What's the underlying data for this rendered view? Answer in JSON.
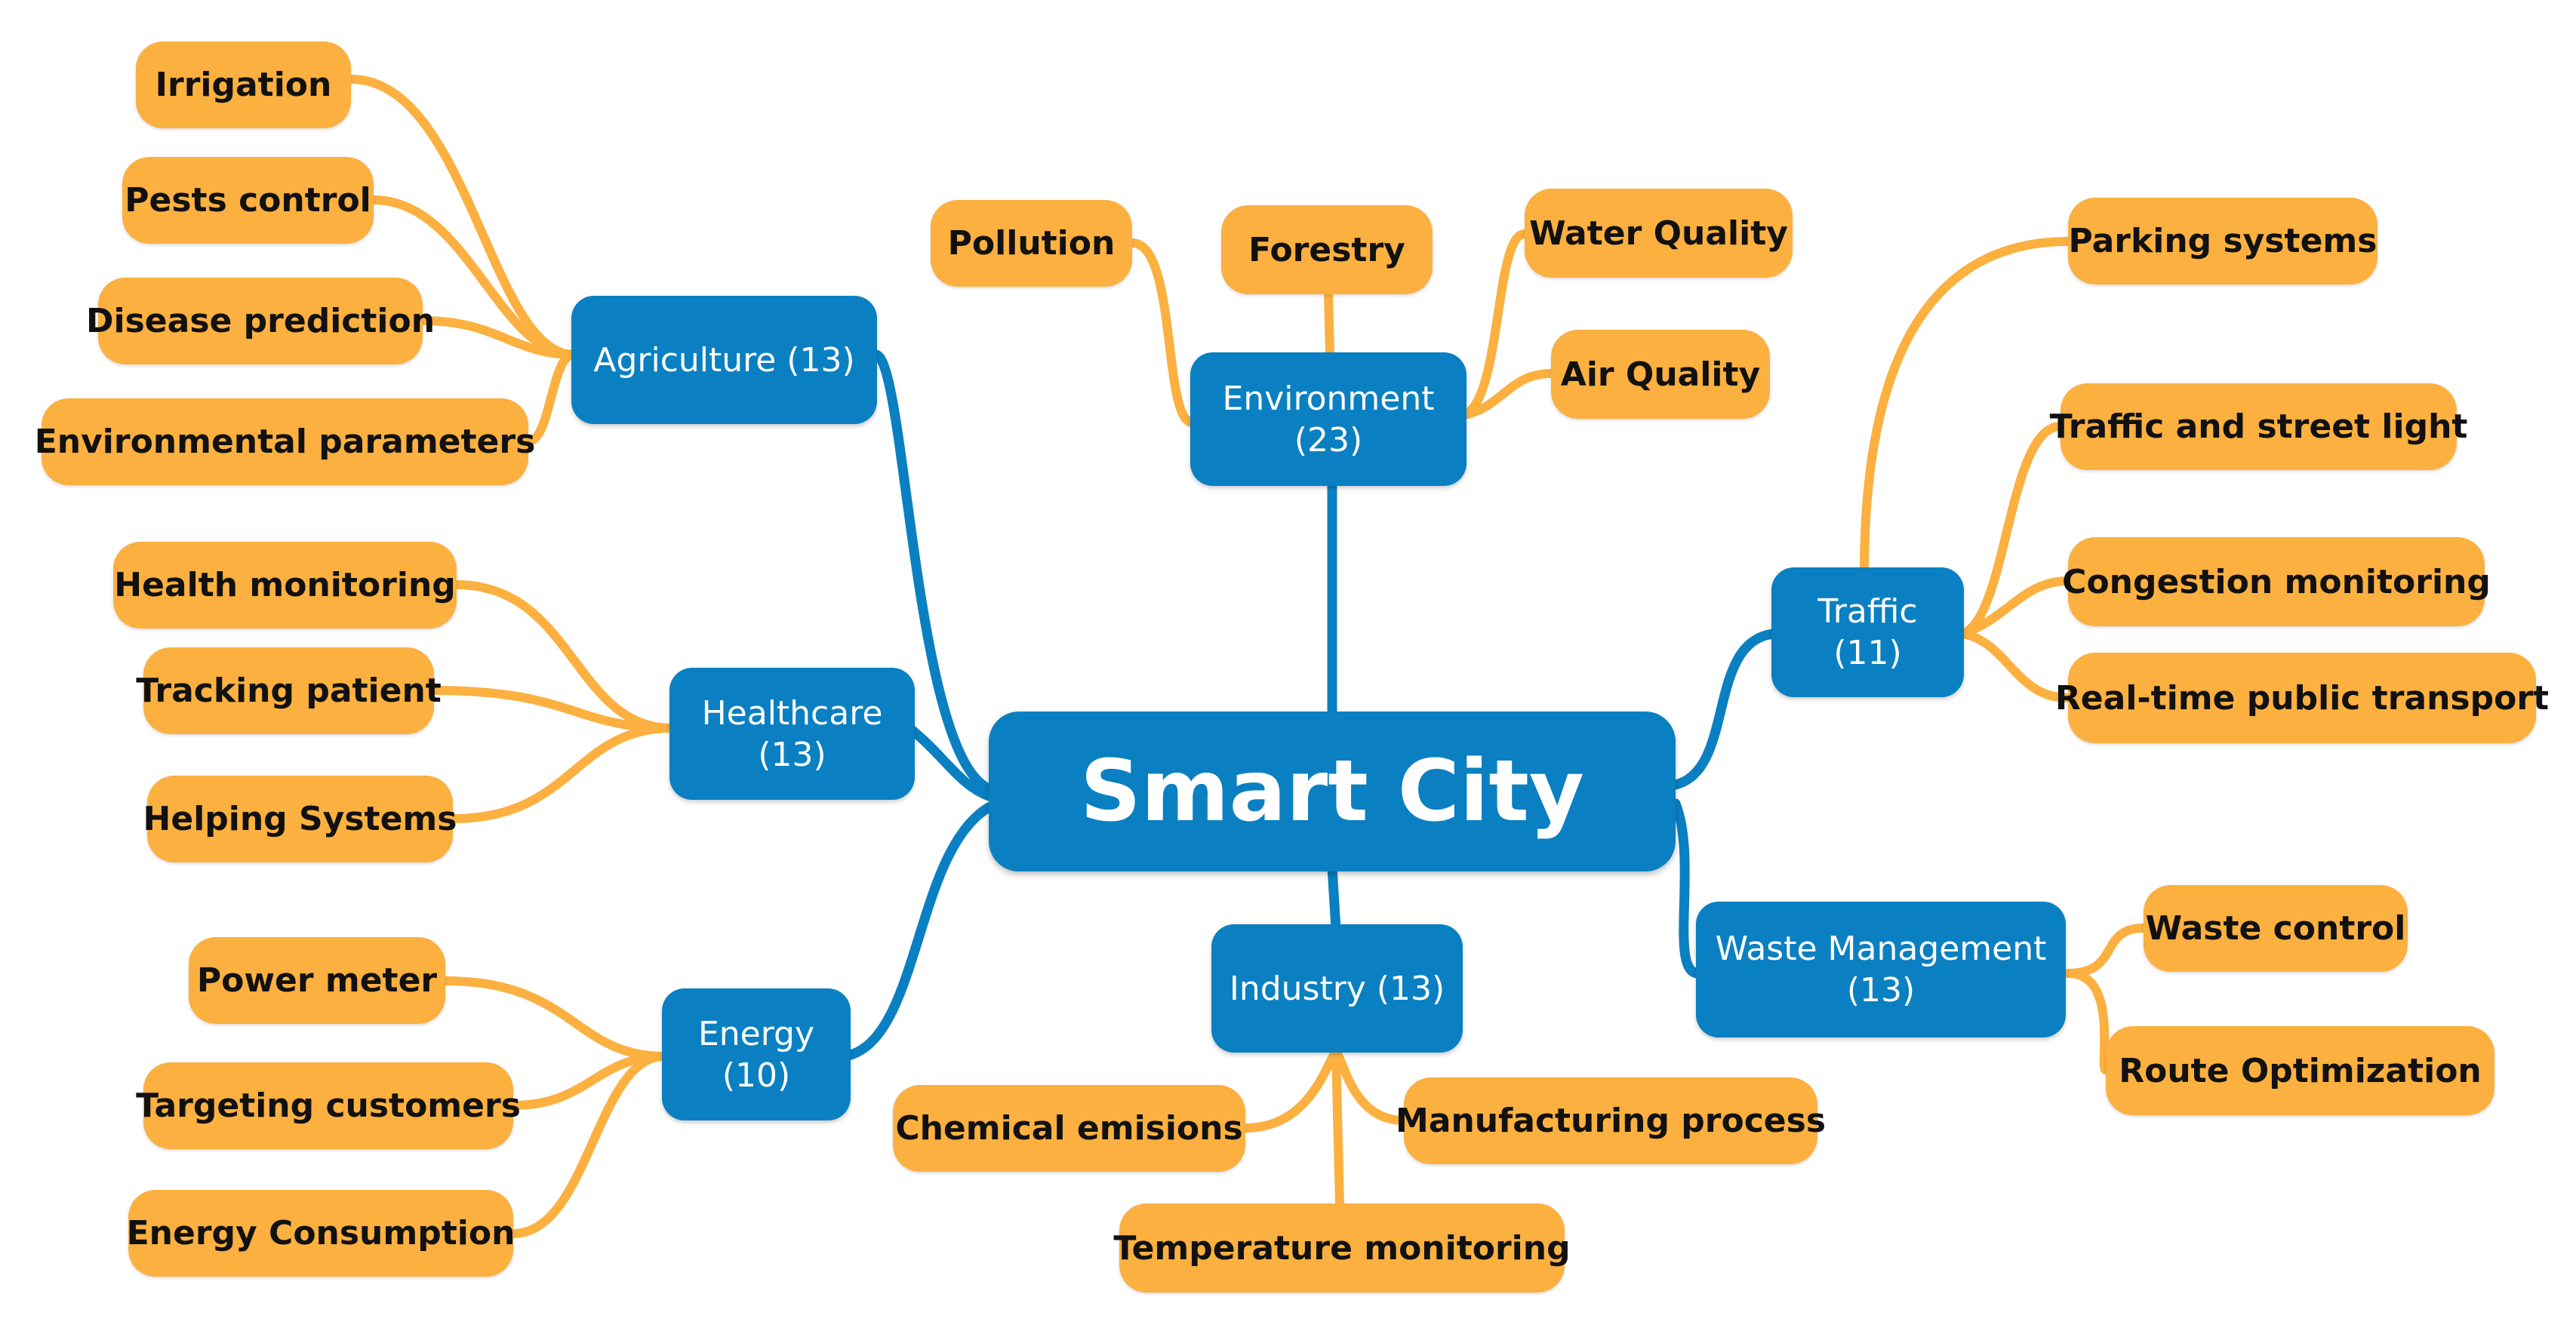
{
  "center": {
    "label": "Smart City"
  },
  "branches": {
    "agriculture": {
      "label": "Agriculture (13)"
    },
    "healthcare": {
      "line1": "Healthcare",
      "line2": "(13)"
    },
    "energy": {
      "line1": "Energy",
      "line2": "(10)"
    },
    "environment": {
      "line1": "Environment",
      "line2": "(23)"
    },
    "industry": {
      "label": "Industry (13)"
    },
    "traffic": {
      "line1": "Traffic",
      "line2": "(11)"
    },
    "waste": {
      "line1": "Waste Management",
      "line2": "(13)"
    }
  },
  "leaves": {
    "irrigation": "Irrigation",
    "pests_control": "Pests control",
    "disease_prediction": "Disease prediction",
    "environmental_parameters": "Environmental parameters",
    "health_monitoring": "Health monitoring",
    "tracking_patient": "Tracking patient",
    "helping_systems": "Helping Systems",
    "power_meter": "Power meter",
    "targeting_customers": "Targeting customers",
    "energy_consumption": "Energy Consumption",
    "pollution": "Pollution",
    "forestry": "Forestry",
    "water_quality": "Water Quality",
    "air_quality": "Air Quality",
    "chemical_emisions": "Chemical emisions",
    "manufacturing_process": "Manufacturing process",
    "temperature_monitoring": "Temperature monitoring",
    "parking_systems": "Parking systems",
    "traffic_street_light": "Traffic and street light",
    "congestion_monitoring": "Congestion monitoring",
    "realtime_public_transport": "Real-time public transport",
    "waste_control": "Waste control",
    "route_optimization": "Route Optimization"
  },
  "colors": {
    "leaf": "#fbb040",
    "branch": "#0a80c2"
  }
}
